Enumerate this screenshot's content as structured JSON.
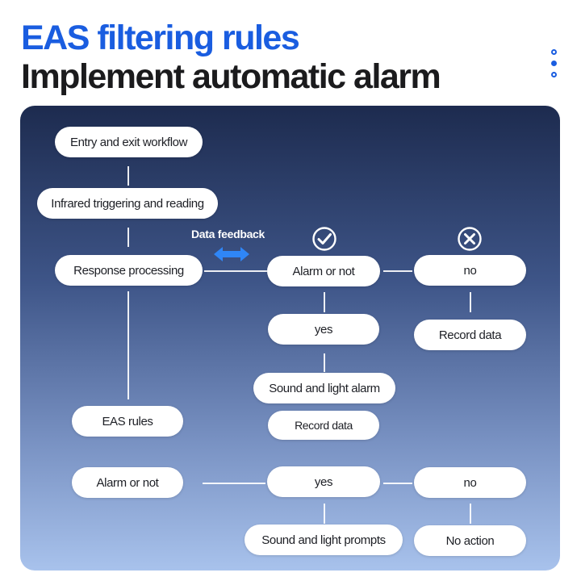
{
  "header": {
    "title_line1": "EAS filtering rules",
    "title_line2": "Implement automatic alarm"
  },
  "colors": {
    "accent": "#1a5de0",
    "arrow": "#2f86f6",
    "title_dark": "#1b1b1d"
  },
  "icons": {
    "check": "check-circle-icon",
    "cross": "cross-circle-icon",
    "arrow": "double-arrow-icon"
  },
  "flow": {
    "data_feedback": "Data feedback",
    "left": {
      "entry_exit": "Entry and exit workflow",
      "infrared": "Infrared triggering and reading",
      "response": "Response processing",
      "eas_rules": "EAS rules",
      "alarm_or_not": "Alarm or not"
    },
    "top_branch": {
      "alarm_or_not": "Alarm or not",
      "no": "no",
      "record_data_no": "Record data",
      "yes": "yes",
      "sound_light_alarm": "Sound and light alarm",
      "record_data_yes": "Record data"
    },
    "bottom_branch": {
      "yes": "yes",
      "no": "no",
      "sound_light_prompts": "Sound and light prompts",
      "no_action": "No action"
    }
  }
}
